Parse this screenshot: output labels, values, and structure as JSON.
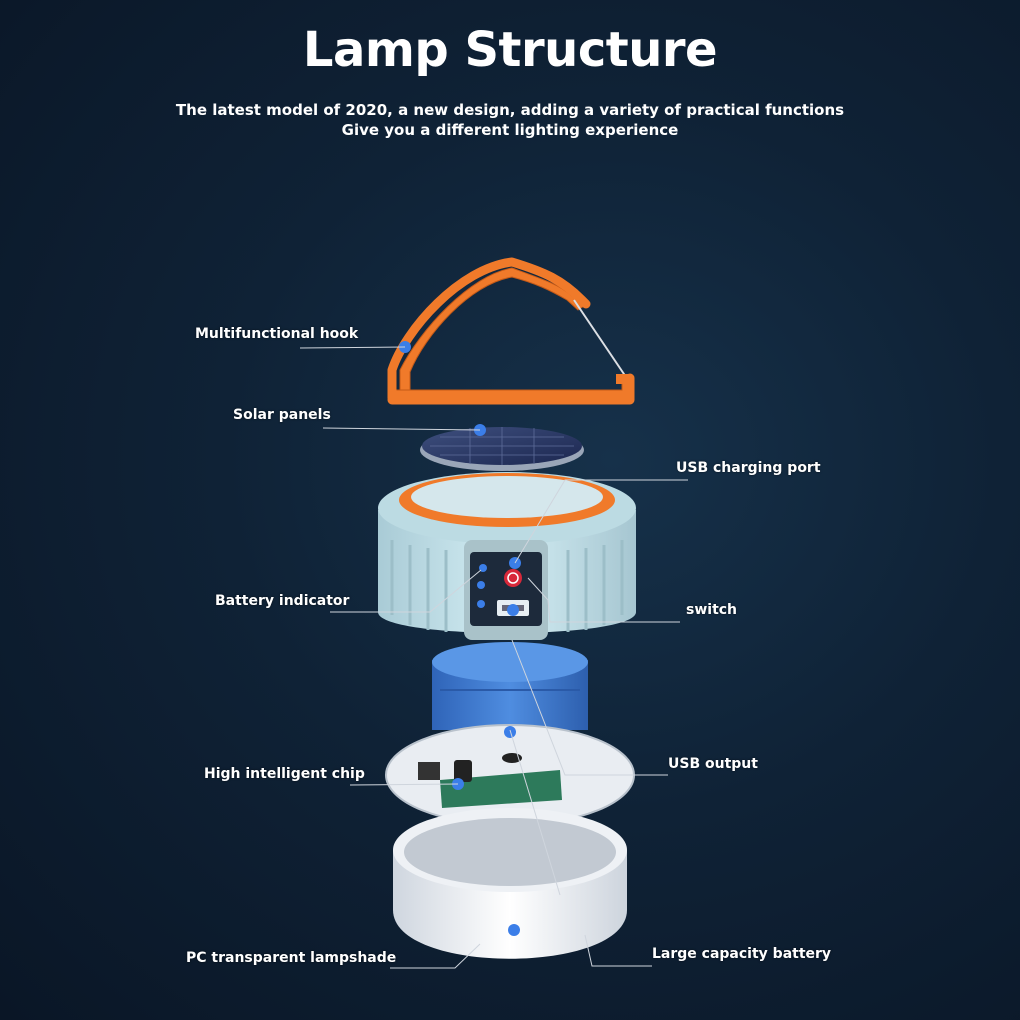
{
  "title": "Lamp Structure",
  "subtitle_line1": "The latest model of 2020, a new design, adding a variety of practical functions",
  "subtitle_line2": "Give you a different lighting experience",
  "labels": {
    "hook": "Multifunctional hook",
    "solar": "Solar panels",
    "usb_charging": "USB charging port",
    "battery_indicator": "Battery indicator",
    "switch": "switch",
    "chip": "High intelligent chip",
    "usb_output": "USB output",
    "lampshade": "PC transparent lampshade",
    "battery": "Large capacity battery"
  },
  "colors": {
    "accent_orange": "#f07a2a",
    "dot_blue": "#3b7ee8",
    "body_blue": "#c9e6ee",
    "battery_blue": "#3f7cd0",
    "switch_red": "#d8283a"
  }
}
